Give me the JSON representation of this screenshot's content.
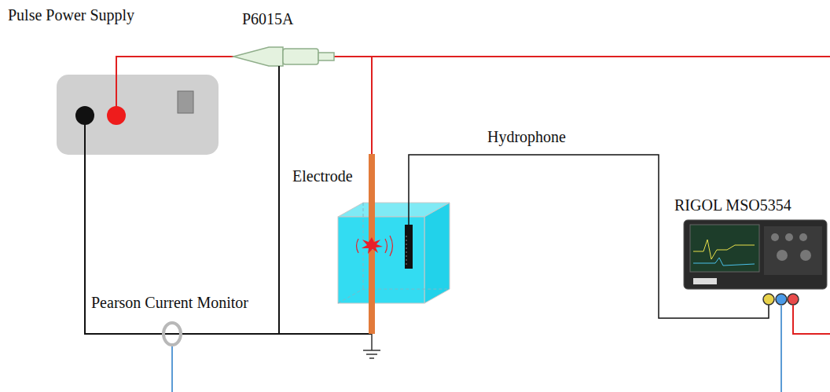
{
  "diagram": {
    "nodes": [
      {
        "text": [
          "Pulse Power Supply"
        ]
      },
      {
        "text": [
          "RIGOL MSO5354"
        ]
      }
    ],
    "labels": [
      "P6015A",
      "Hydrophone",
      "Electrode",
      "Pearson Current Monitor"
    ]
  }
}
